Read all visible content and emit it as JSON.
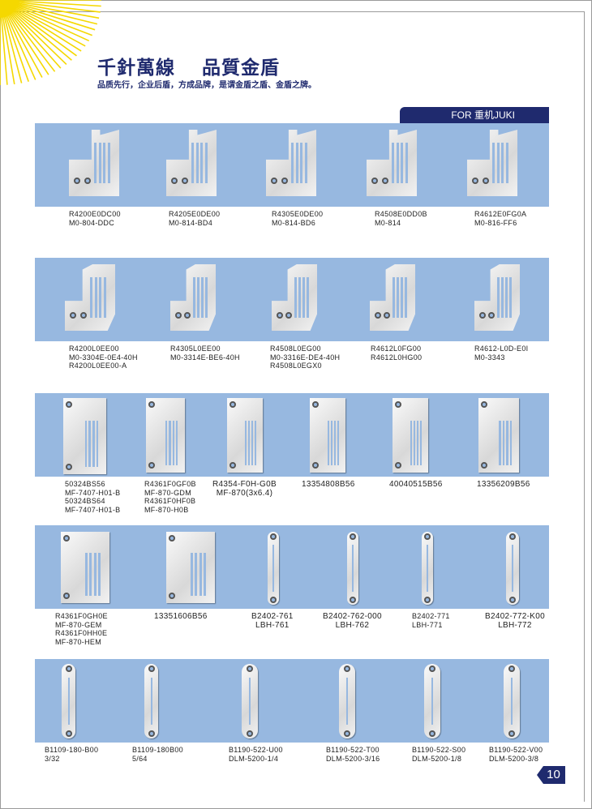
{
  "header": {
    "title": "千針萬線　 品質金盾",
    "slogan": "品质先行，企业后盾，方成品牌，是谓金盾之盾、金盾之牌。",
    "section_tab": "FOR 重机JUKI"
  },
  "colors": {
    "brand": "#1f2a6e",
    "panel": "#97b8e0",
    "sun": "#f5d800"
  },
  "rows": [
    {
      "items": [
        {
          "lines": [
            "R4200E0DC00",
            "M0-804-DDC"
          ]
        },
        {
          "lines": [
            "R4205E0DE00",
            "M0-814-BD4"
          ]
        },
        {
          "lines": [
            "R4305E0DE00",
            "M0-814-BD6"
          ]
        },
        {
          "lines": [
            "R4508E0DD0B",
            "M0-814"
          ]
        },
        {
          "lines": [
            "R4612E0FG0A",
            "M0-816-FF6"
          ]
        }
      ]
    },
    {
      "items": [
        {
          "lines": [
            "R4200L0EE00",
            "M0-3304E-0E4-40H",
            "R4200L0EE00-A"
          ]
        },
        {
          "lines": [
            "R4305L0EE00",
            "M0-3314E-BE6-40H"
          ]
        },
        {
          "lines": [
            "R4508L0EG00",
            "M0-3316E-DE4-40H",
            "R4508L0EGX0"
          ]
        },
        {
          "lines": [
            "R4612L0FG00",
            "R4612L0HG00"
          ]
        },
        {
          "lines": [
            "R4612-L0D-E0I",
            "M0-3343"
          ]
        }
      ]
    },
    {
      "items": [
        {
          "lines": [
            "50324BS56",
            "MF-7407-H01-B",
            "50324BS64",
            "MF-7407-H01-B"
          ]
        },
        {
          "lines": [
            "R4361F0GF0B",
            "MF-870-GDM",
            "R4361F0HF0B",
            "MF-870-H0B"
          ]
        },
        {
          "lines": [
            "R4354-F0H-G0B",
            "MF-870(3x6.4)"
          ]
        },
        {
          "lines": [
            "13354808B56"
          ]
        },
        {
          "lines": [
            "40040515B56"
          ]
        },
        {
          "lines": [
            "13356209B56"
          ]
        }
      ]
    },
    {
      "items": [
        {
          "lines": [
            "R4361F0GH0E",
            "MF-870-GEM",
            "R4361F0HH0E",
            "MF-870-HEM"
          ]
        },
        {
          "lines": [
            "13351606B56"
          ]
        },
        {
          "lines": [
            "B2402-761",
            "LBH-761"
          ]
        },
        {
          "lines": [
            "B2402-762-000",
            "LBH-762"
          ]
        },
        {
          "lines": [
            "B2402-771",
            "LBH-771"
          ]
        },
        {
          "lines": [
            "B2402-772-K00",
            "LBH-772"
          ]
        }
      ]
    },
    {
      "items": [
        {
          "lines": [
            "B1109-180-B00",
            "3/32"
          ]
        },
        {
          "lines": [
            "B1109-180B00",
            "5/64"
          ]
        },
        {
          "lines": [
            "B1190-522-U00",
            "DLM-5200-1/4"
          ]
        },
        {
          "lines": [
            "B1190-522-T00",
            "DLM-5200-3/16"
          ]
        },
        {
          "lines": [
            "B1190-522-S00",
            "DLM-5200-1/8"
          ]
        },
        {
          "lines": [
            "B1190-522-V00",
            "DLM-5200-3/8"
          ]
        }
      ]
    }
  ],
  "page_number": "10"
}
